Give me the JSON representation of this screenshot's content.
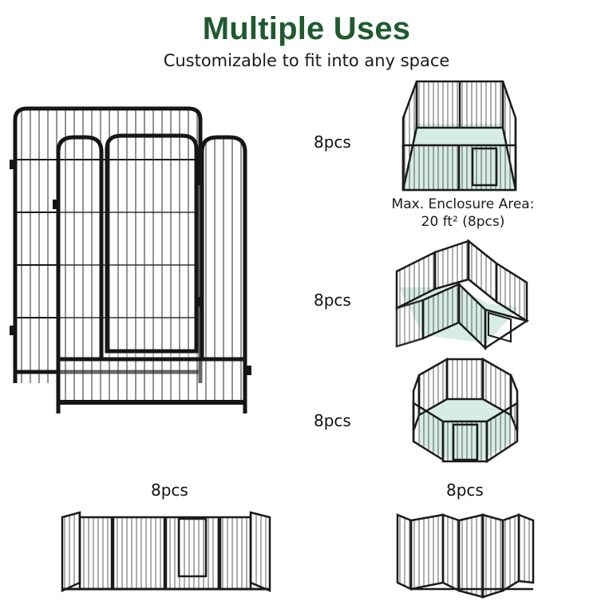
{
  "header": {
    "title": "Multiple Uses",
    "subtitle": "Customizable to fit into any space"
  },
  "configurations": [
    {
      "label": "8pcs",
      "shape": "square-enclosure"
    },
    {
      "label": "8pcs",
      "shape": "l-shape-enclosure"
    },
    {
      "label": "8pcs",
      "shape": "octagon-enclosure"
    },
    {
      "label": "8pcs",
      "shape": "straight-line-barrier"
    },
    {
      "label": "8pcs",
      "shape": "zigzag-barrier"
    }
  ],
  "enclosure_note": {
    "line1": "Max. Enclosure Area:",
    "line2": "20 ft² (8pcs)"
  },
  "colors": {
    "title": "#1f5a2f",
    "metal": "#1b1b1b",
    "floor": "#d6ece6"
  }
}
